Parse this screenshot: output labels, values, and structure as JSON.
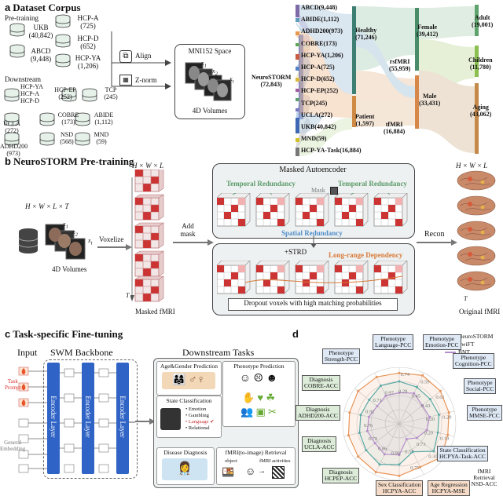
{
  "panel_a": {
    "heading_letter": "a",
    "heading": "Dataset Corpus",
    "pretraining_label": "Pre-training",
    "downstream_label": "Downstream",
    "datasets_pre": [
      {
        "name": "UKB",
        "count": "(40,842)"
      },
      {
        "name": "HCP-A",
        "count": "(725)"
      },
      {
        "name": "ABCD",
        "count": "(9,448)"
      },
      {
        "name": "HCP-D",
        "count": "(652)"
      },
      {
        "name": "HCP-YA",
        "count": "(1,206)"
      }
    ],
    "datasets_down": [
      {
        "name": "HCP-YA",
        "count": ""
      },
      {
        "name": "HCP-A",
        "count": ""
      },
      {
        "name": "HCP-D",
        "count": ""
      },
      {
        "name": "HCP-EP",
        "count": "(252)"
      },
      {
        "name": "TCP",
        "count": "(245)"
      },
      {
        "name": "UCLA",
        "count": "(272)"
      },
      {
        "name": "COBRE",
        "count": "(173)"
      },
      {
        "name": "ABIDE",
        "count": "(1,112)"
      },
      {
        "name": "ADHD200",
        "count": "(973)"
      },
      {
        "name": "NSD",
        "count": "(568)"
      },
      {
        "name": "MND",
        "count": "(59)"
      }
    ],
    "align_label": "Align",
    "znorm_label": "Z-norm",
    "space_title": "MNI152 Space",
    "space_caption": "4D Volumes",
    "x_labels": [
      "x",
      "x",
      "x"
    ],
    "sankey": {
      "source": "NeuroSTORM\n(72,843)",
      "source_name": "NeuroSTORM",
      "source_count": "(72,843)",
      "col1": [
        "ABCD(9,448)",
        "ABIDE(1,112)",
        "ADHD200(973)",
        "COBRE(173)",
        "HCP-YA(1,206)",
        "HCP-A(725)",
        "HCP-D(652)",
        "HCP-EP(252)",
        "TCP(245)",
        "UCLA(272)",
        "UKB(40,842)",
        "MND(59)",
        "HCP-YA-Task(16,884)"
      ],
      "col2": [
        {
          "name": "Healthy",
          "count": "(71,246)"
        },
        {
          "name": "Patient",
          "count": "(1,597)"
        }
      ],
      "col2b": [
        {
          "name": "rsfMRI",
          "count": "(55,959)"
        },
        {
          "name": "tfMRI",
          "count": "(16,884)"
        }
      ],
      "col3": [
        {
          "name": "Female",
          "count": "(39,412)"
        },
        {
          "name": "Male",
          "count": "(33,431)"
        }
      ],
      "col4": [
        {
          "name": "Adult",
          "count": "(19,001)"
        },
        {
          "name": "Children",
          "count": "(11,780)"
        },
        {
          "name": "Aging",
          "count": "(43,062)"
        }
      ]
    }
  },
  "panel_b": {
    "heading_letter": "b",
    "heading": "NeuroSTORM Pre-training",
    "input_dims": "H × W × L × T",
    "input_caption": "4D Volumes",
    "voxelize": "Voxelize",
    "stack_dims": "H × W × L",
    "add_mask": "Add\nmask",
    "add_mask_1": "Add",
    "add_mask_2": "mask",
    "masked_caption": "Masked fMRI",
    "t_label": "T",
    "mae_title": "Masked Autoencoder",
    "temporal_redundancy": "Temporal Redundancy",
    "mask_label": "Mask",
    "spatial_redundancy": "Spatial Redundancy",
    "strd": "+STRD",
    "long_range": "Long-range Dependency",
    "dropout_text": "Dropout voxels with high matching probabilities",
    "recon": "Recon",
    "output_dims": "H × W × L",
    "output_caption": "Original fMRI"
  },
  "panel_c": {
    "heading_letter": "c",
    "heading": "Task-specific Fine-tuning",
    "input_label": "Input",
    "backbone_label": "SWM Backbone",
    "task_prompt": "Task\nPrompt",
    "task_prompt_1": "Task",
    "task_prompt_2": "Prompt",
    "general_embedding_1": "General",
    "general_embedding_2": "Embedding",
    "encoder_layer": "Encoder Layer",
    "downstream_title": "Downstream Tasks",
    "age_gender": "Age&Gender Prediction",
    "phenotype": "Phenotype Prediction",
    "state_class": "State Classification",
    "states": [
      "Emotion",
      "Gambling",
      "Language",
      "Relational"
    ],
    "disease": "Disease Diagnosis",
    "retrieval": "fMRI(to-image) Retrieval",
    "object_label": "object",
    "activities_label": "fMRI activities"
  },
  "panel_d": {
    "heading_letter": "d",
    "legend": [
      {
        "name": "NeuroSTORM",
        "color": "#e8955a"
      },
      {
        "name": "SwiFT",
        "color": "#5aa9a6"
      },
      {
        "name": "BNT",
        "color": "#b58ec9"
      }
    ],
    "axes": [
      {
        "label": "Phenotype\nLanguage-PCC",
        "l1": "Phenotype",
        "l2": "Language-PCC",
        "style": "b"
      },
      {
        "label": "Phenotype\nEmotion-PCC",
        "l1": "Phenotype",
        "l2": "Emotion-PCC",
        "style": "b"
      },
      {
        "label": "Phenotype\nCognition-PCC",
        "l1": "Phenotype",
        "l2": "Cognition-PCC",
        "style": "b"
      },
      {
        "label": "Phenotype\nSocial-PCC",
        "l1": "Phenotype",
        "l2": "Social-PCC",
        "style": "b"
      },
      {
        "label": "Phenotype\nMMSE-PCC",
        "l1": "Phenotype",
        "l2": "MMSE-PCC",
        "style": "b"
      },
      {
        "label": "State Classification\nHCPYA-Task-ACC",
        "l1": "State Classification",
        "l2": "HCPYA-Task-ACC",
        "style": "b"
      },
      {
        "label": "fMRI Retrieval\nNSD-ACC",
        "l1": "fMRI Retrieval",
        "l2": "NSD-ACC",
        "style": "plain"
      },
      {
        "label": "Age Regression\nHCPYA-MSE",
        "l1": "Age Regression",
        "l2": "HCPYA-MSE",
        "style": "o"
      },
      {
        "label": "Sex Classification\nHCPYA-ACC",
        "l1": "Sex Classification",
        "l2": "HCPYA-ACC",
        "style": "o"
      },
      {
        "label": "Diagnosis\nHCPEP-ACC",
        "l1": "Diagnosis",
        "l2": "HCPEP-ACC",
        "style": "g"
      },
      {
        "label": "Diagnosis\nUCLA-ACC",
        "l1": "Diagnosis",
        "l2": "UCLA-ACC",
        "style": "g"
      },
      {
        "label": "Diagnosis\nADHD200-ACC",
        "l1": "Diagnosis",
        "l2": "ADHD200-ACC",
        "style": "g"
      },
      {
        "label": "Diagnosis\nCOBRE-ACC",
        "l1": "Diagnosis",
        "l2": "COBRE-ACC",
        "style": "g"
      },
      {
        "label": "Phenotype\nStrength-PCC",
        "l1": "Phenotype",
        "l2": "Strength-PCC",
        "style": "b"
      }
    ],
    "tick_labels": [
      "0.28",
      "0.45",
      "0.43",
      "0.20",
      "0.20",
      "0.73",
      "0.57",
      "0.96",
      "0.86",
      "0.79",
      "0.76",
      "0.91",
      "0.71",
      "0.97",
      "0.74",
      "0.59",
      "0.61",
      "0.29",
      "0.19",
      "0.30",
      "0.75"
    ]
  },
  "chart_data": {
    "type": "radar",
    "categories": [
      "Phenotype Language-PCC",
      "Phenotype Emotion-PCC",
      "Phenotype Cognition-PCC",
      "Phenotype Social-PCC",
      "Phenotype MMSE-PCC",
      "State Classification HCPYA-Task-ACC",
      "fMRI Retrieval NSD-ACC",
      "Age Regression HCPYA-MSE",
      "Sex Classification HCPYA-ACC",
      "Diagnosis HCPEP-ACC",
      "Diagnosis UCLA-ACC",
      "Diagnosis ADHD200-ACC",
      "Diagnosis COBRE-ACC",
      "Phenotype Strength-PCC"
    ],
    "series": [
      {
        "name": "NeuroSTORM",
        "values": [
          0.9,
          0.95,
          0.93,
          0.9,
          0.88,
          0.95,
          0.85,
          0.92,
          0.95,
          0.93,
          0.92,
          0.9,
          0.93,
          0.92
        ]
      },
      {
        "name": "SwiFT",
        "values": [
          0.75,
          0.72,
          0.7,
          0.72,
          0.7,
          0.78,
          0.55,
          0.72,
          0.8,
          0.75,
          0.72,
          0.7,
          0.68,
          0.75
        ]
      },
      {
        "name": "BNT",
        "values": [
          0.55,
          0.6,
          0.52,
          0.55,
          0.5,
          0.4,
          0.3,
          0.55,
          0.6,
          0.55,
          0.58,
          0.55,
          0.5,
          0.55
        ]
      }
    ]
  }
}
